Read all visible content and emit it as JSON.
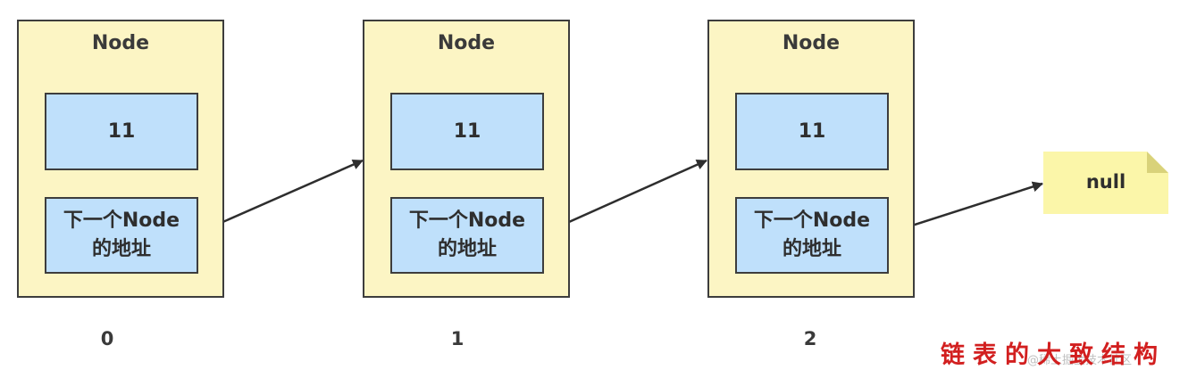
{
  "nodes": [
    {
      "title": "Node",
      "value": "11",
      "next_line1": "下一个Node",
      "next_line2": "的地址",
      "index": "0"
    },
    {
      "title": "Node",
      "value": "11",
      "next_line1": "下一个Node",
      "next_line2": "的地址",
      "index": "1"
    },
    {
      "title": "Node",
      "value": "11",
      "next_line1": "下一个Node",
      "next_line2": "的地址",
      "index": "2"
    }
  ],
  "null_label": "null",
  "caption": "链表的大致结构",
  "watermark": "@稀土掘金技术社区",
  "colors": {
    "node_fill": "#fcf5c4",
    "field_fill": "#bfe0fb",
    "border": "#3d3d3d",
    "null_fill": "#fbf6a9",
    "caption": "#d21f1f"
  }
}
